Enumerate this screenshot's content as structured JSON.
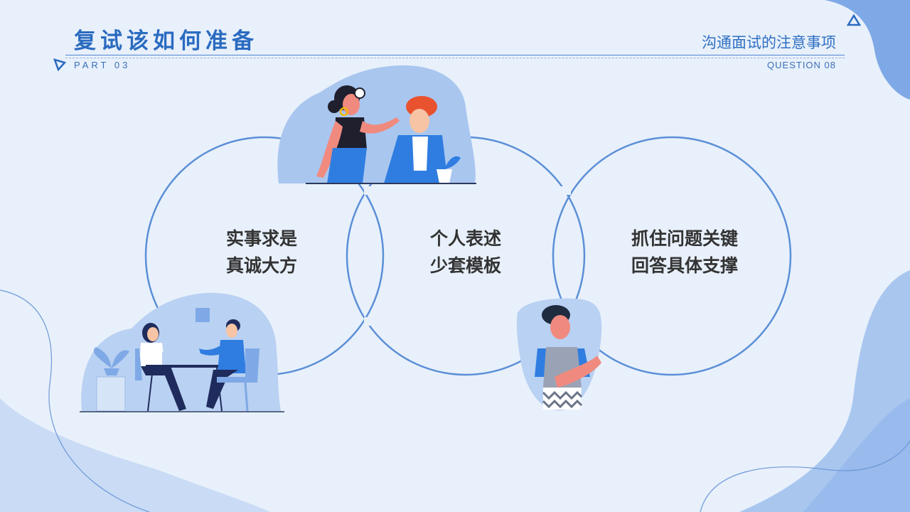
{
  "header": {
    "title": "复试该如何准备",
    "subtitle": "沟通面试的注意事项",
    "part": "PART 03",
    "question": "QUESTION 08"
  },
  "circles": [
    {
      "line1": "实事求是",
      "line2": "真诚大方"
    },
    {
      "line1": "个人表述",
      "line2": "少套模板"
    },
    {
      "line1": "抓住问题关键",
      "line2": "回答具体支撑"
    }
  ],
  "colors": {
    "accent": "#2a6bc0",
    "circle_stroke": "#5b8fd6",
    "background": "#e8f0fb",
    "blob_light": "#c5d8f4",
    "blob_mid": "#8db3ea"
  }
}
